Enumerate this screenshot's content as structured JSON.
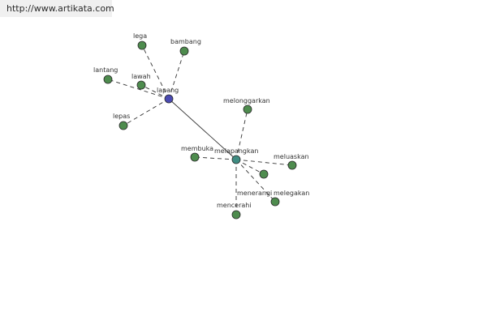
{
  "source": {
    "url_text": "http://www.artikata.com"
  },
  "colors": {
    "hub": "#4a4ab2",
    "secondary_hub": "#3f8c82",
    "leaf": "#4e8c4e",
    "edge": "#333333"
  },
  "hubs": [
    {
      "id": "lapang",
      "label": "lapang",
      "color": "#4a4ab2"
    },
    {
      "id": "melapangkan",
      "label": "melapangkan",
      "color": "#3f8c82"
    }
  ],
  "leaves": [
    {
      "id": "lega",
      "label": "lega",
      "hub": "lapang"
    },
    {
      "id": "bambang",
      "label": "bambang",
      "hub": "lapang"
    },
    {
      "id": "lantang",
      "label": "lantang",
      "hub": "lapang"
    },
    {
      "id": "lawah",
      "label": "lawah",
      "hub": "lapang"
    },
    {
      "id": "lepas",
      "label": "lepas",
      "hub": "lapang"
    },
    {
      "id": "melonggarkan",
      "label": "melonggarkan",
      "hub": "melapangkan"
    },
    {
      "id": "membuka",
      "label": "membuka",
      "hub": "melapangkan"
    },
    {
      "id": "meluaskan",
      "label": "meluaskan",
      "hub": "melapangkan"
    },
    {
      "id": "menerangi",
      "label": "menerangi",
      "hub": "melapangkan"
    },
    {
      "id": "melegakan",
      "label": "melegakan",
      "hub": "melapangkan"
    },
    {
      "id": "mencerahi",
      "label": "mencerahi",
      "hub": "melapangkan"
    }
  ],
  "links": [
    {
      "from": "lapang",
      "to": "melapangkan",
      "style": "solid"
    }
  ]
}
